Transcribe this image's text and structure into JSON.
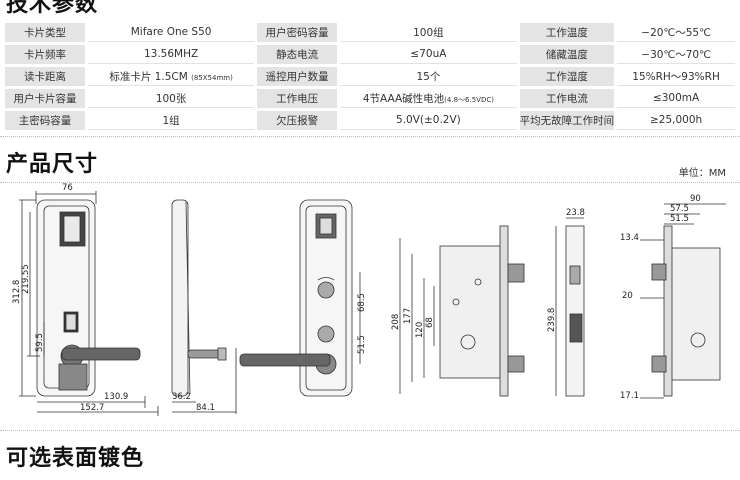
{
  "header": {
    "title": "技术参数"
  },
  "specs": {
    "rows": [
      [
        {
          "l": "卡片类型",
          "v": "Mifare One S50",
          "s": ""
        },
        {
          "l": "用户密码容量",
          "v": "100组",
          "s": ""
        },
        {
          "l": "工作温度",
          "v": "−20℃～55℃",
          "s": ""
        }
      ],
      [
        {
          "l": "卡片频率",
          "v": "13.56MHZ",
          "s": ""
        },
        {
          "l": "静态电流",
          "v": "≤70uA",
          "s": ""
        },
        {
          "l": "储藏温度",
          "v": "−30℃～70℃",
          "s": ""
        }
      ],
      [
        {
          "l": "读卡距离",
          "v": "标准卡片 1.5CM ",
          "s": "(85X54mm)"
        },
        {
          "l": "遥控用户数量",
          "v": "15个",
          "s": ""
        },
        {
          "l": "工作湿度",
          "v": "15%RH～93%RH",
          "s": ""
        }
      ],
      [
        {
          "l": "用户卡片容量",
          "v": "100张",
          "s": ""
        },
        {
          "l": "工作电压",
          "v": "4节AAA碱性电池",
          "s": "(4.8～6.5VDC)"
        },
        {
          "l": "工作电流",
          "v": "≤300mA",
          "s": ""
        }
      ],
      [
        {
          "l": "主密码容量",
          "v": "1组",
          "s": ""
        },
        {
          "l": "欠压报警",
          "v": "5.0V(±0.2V)",
          "s": ""
        },
        {
          "l": "平均无故障工作时间",
          "v": "≥25,000h",
          "s": ""
        }
      ]
    ]
  },
  "dimensions": {
    "title": "产品尺寸",
    "unit_label": "单位：MM",
    "labels": {
      "d76": "76",
      "d312": "312.8",
      "d219": "219.55",
      "d59": "59.5",
      "d130": "130.9",
      "d152": "152.7",
      "d36": "36.2",
      "d84": "84.1",
      "d68": "68.5",
      "d51": "51.5",
      "d208": "208",
      "d177": "177",
      "d120": "120",
      "d68b": "68",
      "d23": "23.8",
      "d239": "239.8",
      "d90": "90",
      "d57": "57.5",
      "d51b": "51.5",
      "d13": "13.4",
      "d20": "20",
      "d17": "17.1"
    }
  },
  "finishes": {
    "title": "可选表面镀色"
  }
}
